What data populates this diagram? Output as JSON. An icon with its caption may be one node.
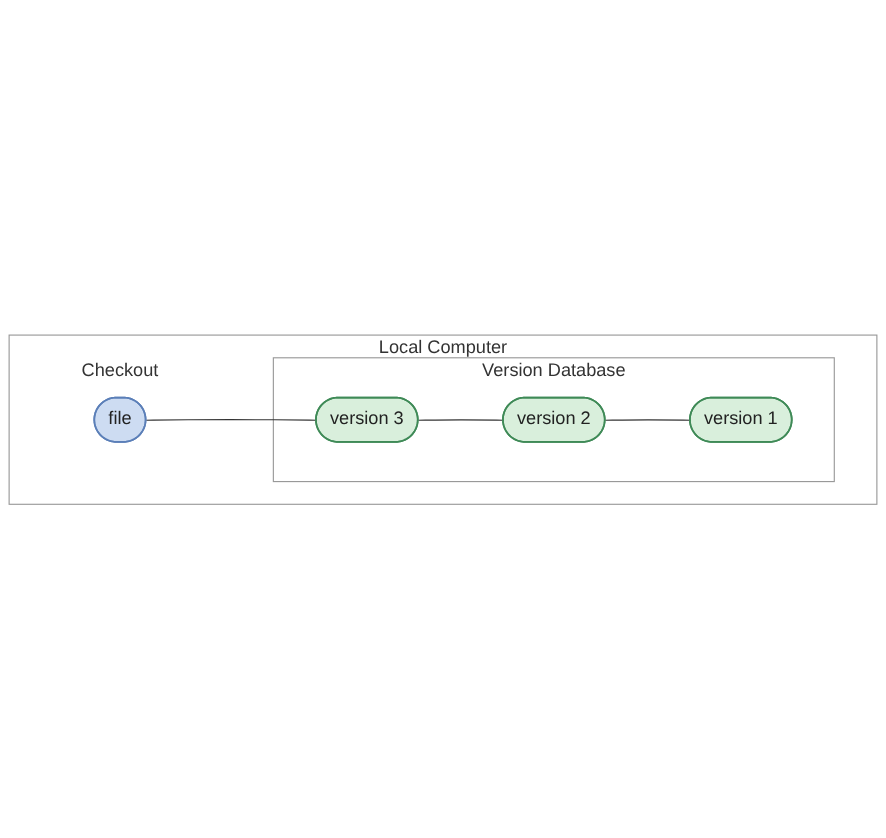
{
  "diagram": {
    "nodes": [
      {
        "text": [
          "Local Computer"
        ]
      },
      {
        "text": [
          "file"
        ],
        "in": 0,
        "beside": [
          "Checkout"
        ]
      },
      {
        "text": [
          "Version Database"
        ],
        "in": 0
      },
      {
        "text": [
          "version 3"
        ],
        "in": 2
      },
      {
        "text": [
          "version 2"
        ],
        "in": 2
      },
      {
        "text": [
          "version 1"
        ],
        "in": 2
      }
    ],
    "edges": [
      {
        "from": 1,
        "to": 3,
        "arrow": "none"
      },
      {
        "from": 3,
        "to": 4,
        "arrow": "none"
      },
      {
        "from": 4,
        "to": 5,
        "arrow": "none"
      }
    ]
  }
}
